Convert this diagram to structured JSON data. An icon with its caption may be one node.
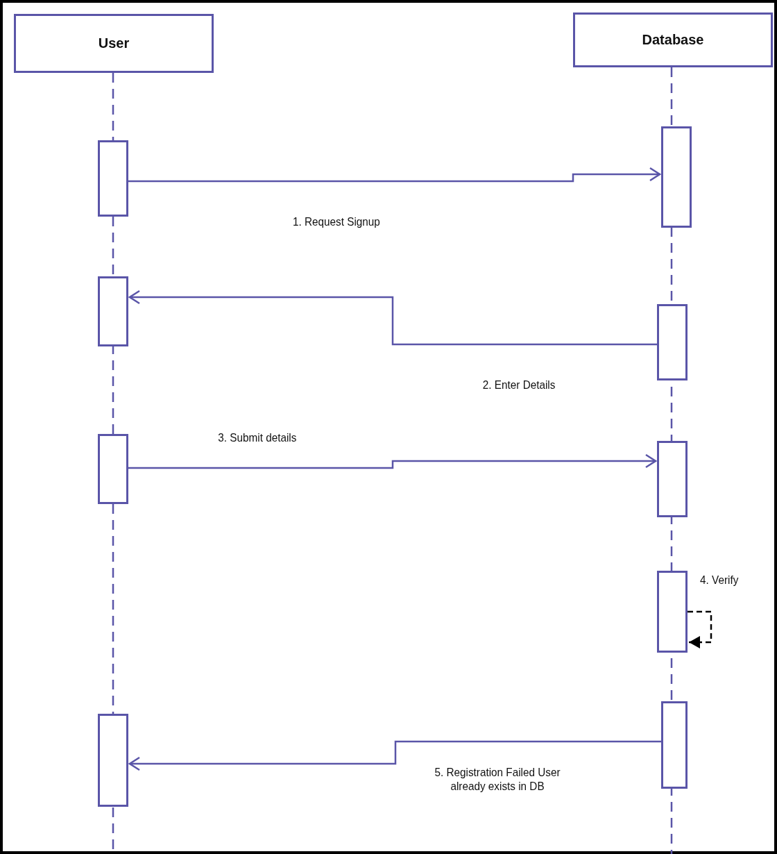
{
  "diagram": {
    "nodes": [
      {
        "text": [
          "User"
        ]
      },
      {
        "text": [
          "Database"
        ]
      },
      {
        "text": [],
        "shape": "box"
      },
      {
        "text": [],
        "shape": "box"
      },
      {
        "text": [],
        "shape": "box"
      },
      {
        "text": [],
        "shape": "box"
      },
      {
        "text": [],
        "shape": "box"
      },
      {
        "text": [],
        "shape": "box"
      },
      {
        "text": [],
        "shape": "box"
      },
      {
        "text": [],
        "shape": "box"
      },
      {
        "text": [],
        "shape": "box"
      }
    ],
    "edges": [
      {
        "from": 3,
        "to": 2,
        "arrow": "to",
        "label": "1. Request Signup"
      },
      {
        "from": 5,
        "to": 4,
        "arrow": "to",
        "label": "2. Enter Details"
      },
      {
        "from": 6,
        "to": 7,
        "arrow": "to",
        "label": "3. Submit details"
      },
      {
        "from": 8,
        "to": 8,
        "arrow": "to",
        "label": "4. Verify",
        "style": "dashed",
        "color": "#000000"
      },
      {
        "from": 9,
        "to": 10,
        "arrow": "to",
        "label": "5. Registration Failed User already exists in DB"
      }
    ]
  }
}
